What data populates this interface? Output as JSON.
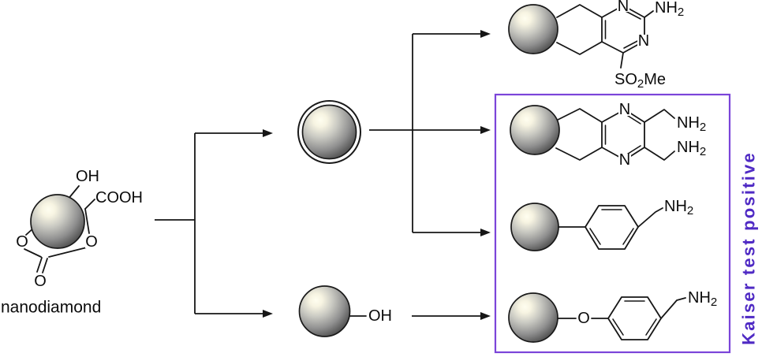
{
  "colors": {
    "line": "#161616",
    "purple_border": "#7b45d9",
    "purple_text": "#4f2ac4"
  },
  "start_material": {
    "caption": "nanodiamond",
    "hydroxyl": "OH",
    "carboxyl": "COOH",
    "bridge_o_left": "O",
    "bridge_o_right": "O",
    "carbonyl_o": "O"
  },
  "intermediates": {
    "hydroxylated": {
      "hydroxyl": "OH"
    }
  },
  "products": {
    "aminopyrimidine": {
      "ring_n_top": "N",
      "ring_n_right": "N",
      "amine": {
        "base": "NH",
        "sub": "2"
      },
      "sulfone": {
        "base": "SO",
        "sub": "2",
        "tail": "Me"
      }
    },
    "pyrazine_diamine": {
      "ring_n_top": "N",
      "ring_n_bottom": "N",
      "amine_top": {
        "base": "NH",
        "sub": "2"
      },
      "amine_bottom": {
        "base": "NH",
        "sub": "2"
      }
    },
    "benzylamine": {
      "amine": {
        "base": "NH",
        "sub": "2"
      }
    },
    "aryloxy_benzylamine": {
      "ether_o": "O",
      "amine": {
        "base": "NH",
        "sub": "2"
      }
    }
  },
  "annotation": {
    "kaiser": "Kaiser test positive"
  }
}
